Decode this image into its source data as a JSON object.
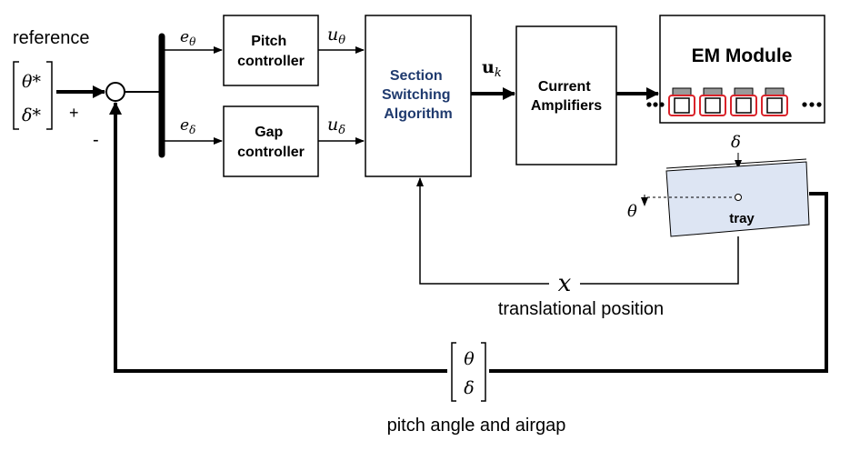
{
  "labels": {
    "reference": "reference",
    "ref_theta": "θ*",
    "ref_delta": "δ*",
    "plus": "+",
    "minus": "-",
    "e_theta": "eθ",
    "e_delta": "eδ",
    "u_theta": "uθ",
    "u_delta": "uδ",
    "u_k": "uk",
    "pitch_controller": [
      "Pitch",
      "controller"
    ],
    "gap_controller": [
      "Gap",
      "controller"
    ],
    "section_switching": [
      "Section",
      "Switching",
      "Algorithm"
    ],
    "current_amplifiers": [
      "Current",
      "Amplifiers"
    ],
    "em_module": "EM Module",
    "delta": "δ",
    "theta": "θ",
    "tray": "tray",
    "x": "x",
    "translational_position": "translational position",
    "fb_theta": "θ",
    "fb_delta": "δ",
    "pitch_angle_airgap": "pitch angle and airgap"
  },
  "colors": {
    "line": "#000000",
    "section_text": "#1f3a6e",
    "tray_fill": "#dde5f3",
    "coil_red": "#d9232a"
  }
}
